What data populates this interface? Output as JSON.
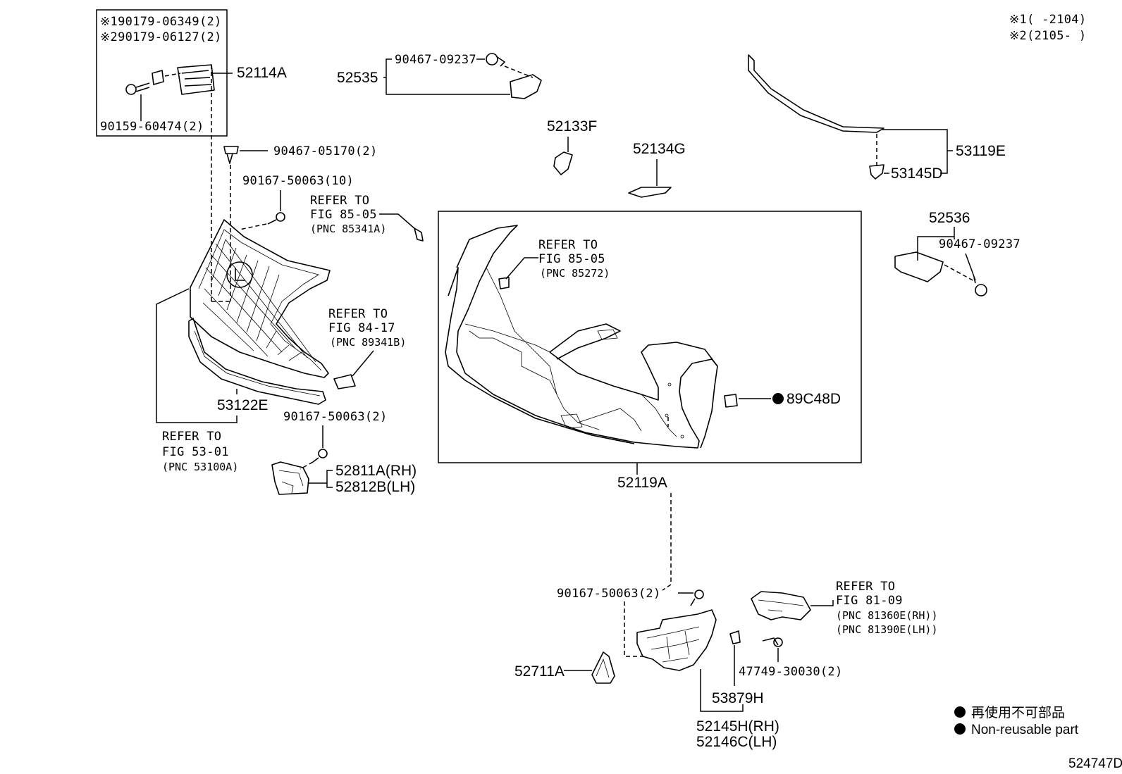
{
  "notes": {
    "note1": "※1(     -2104)",
    "note2": "※2(2105-     )"
  },
  "box_labels": {
    "b1": "※190179-06349(2)",
    "b2": "※290179-06127(2)",
    "b3": "90159-60474(2)"
  },
  "parts": {
    "p52114A": "52114A",
    "p90467_05170": "90467-05170(2)",
    "p90167_50063_10": "90167-50063(10)",
    "p52535": "52535",
    "p90467_09237a": "90467-09237",
    "p52133F": "52133F",
    "p52134G": "52134G",
    "p53119E": "53119E",
    "p53145D": "53145D",
    "p52536": "52536",
    "p90467_09237b": "90467-09237",
    "p89C48D": "89C48D",
    "p53122E": "53122E",
    "p90167_50063_2a": "90167-50063(2)",
    "p52811A": "52811A(RH)",
    "p52812B": "52812B(LH)",
    "p52119A": "52119A",
    "p90167_50063_2b": "90167-50063(2)",
    "p52711A": "52711A",
    "p47749": "47749-30030(2)",
    "p53879H": "53879H",
    "p52145H": "52145H(RH)",
    "p52146C": "52146C(LH)"
  },
  "refers": {
    "r1": {
      "l1": "REFER TO",
      "l2": "FIG 85-05",
      "l3": "(PNC 85341A)"
    },
    "r2": {
      "l1": "REFER TO",
      "l2": "FIG 85-05",
      "l3": "(PNC 85272)"
    },
    "r3": {
      "l1": "REFER TO",
      "l2": "FIG 84-17",
      "l3": "(PNC 89341B)"
    },
    "r4": {
      "l1": "REFER TO",
      "l2": "FIG 53-01",
      "l3": "(PNC 53100A)"
    },
    "r5": {
      "l1": "REFER TO",
      "l2": "FIG 81-09",
      "l3": "(PNC 81360E(RH))",
      "l4": "(PNC 81390E(LH))"
    }
  },
  "legend": {
    "jp": "再使用不可部品",
    "en": "Non-reusable part"
  },
  "diagram_id": "524747D"
}
